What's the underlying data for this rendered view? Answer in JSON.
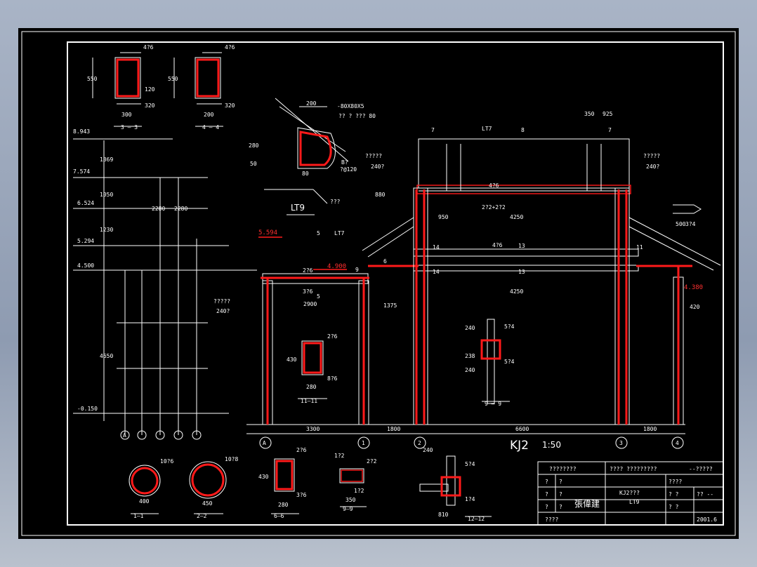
{
  "drawing": {
    "main_title": "KJ2",
    "main_scale": "1:50",
    "sections": {
      "s33": "3 — 3",
      "s44": "4 — 4",
      "s11": "1—1",
      "s22": "2—2",
      "s66": "6—6",
      "s99": "9—9",
      "s1111": "11—11",
      "s1212": "12—12",
      "s99b": "9 — 9"
    },
    "lt9": {
      "label": "LT9",
      "steel": "-80X80X5",
      "note": "?? ? ??? 80",
      "qq": "???",
      "b": "B?",
      "rebar": "?@120",
      "d200": "200",
      "d80": "80",
      "d50": "50",
      "d280": "280"
    },
    "elevations": [
      "8.943",
      "7.574",
      "6.524",
      "5.294",
      "4.500",
      "-0.150"
    ],
    "red_elev": {
      "e5594": "5.594",
      "e4900": "4.900",
      "e4380": "4.380"
    },
    "axes": [
      "A",
      "1",
      "2",
      "3",
      "4"
    ],
    "dims": {
      "d3300": "3300",
      "d1800a": "1800",
      "d6600": "6600",
      "d1800b": "1800",
      "d4250a": "4250",
      "d4250b": "4250",
      "d950": "950",
      "d1375": "1375",
      "d2900": "2900",
      "d350": "350",
      "d925": "925",
      "d500": "500",
      "d880": "880",
      "d420": "420"
    },
    "beam_labels": {
      "lt7a": "LT7",
      "lt7b": "LT7",
      "b7l": "7",
      "b8": "8",
      "b7r": "7",
      "b13a": "13",
      "b13b": "13",
      "b5a": "5",
      "b5b": "5",
      "b14a": "14",
      "b14b": "14",
      "b11": "11",
      "b9": "9",
      "b6": "6"
    },
    "notes": {
      "q240a": "?????",
      "q240a2": "240?",
      "q240b": "?????",
      "q240b2": "240?",
      "q240c": "?????",
      "q240c2": "240?",
      "rebar_4d6": "4?6",
      "rebar_2d6": "2?6",
      "rebar_3d6": "3?6",
      "rebar_2d2": "2?2+2?2",
      "rebar_3d4": "3?4"
    },
    "circles": {
      "c1": "10?6",
      "c2": "10?8",
      "d400": "400",
      "d450": "450"
    }
  },
  "title_block": {
    "header_left": "????????",
    "header_mid": "????  ?????????",
    "header_right": "--?????",
    "row1": "????",
    "row2a": "? ?",
    "row2b": "?? --",
    "row3": "? ?",
    "name": "KJ2???",
    "sub": "LT9",
    "sig": "張偉建",
    "date": "2001.6",
    "cells": [
      "?",
      "?",
      "?",
      "?",
      "?",
      "?",
      "????"
    ]
  }
}
